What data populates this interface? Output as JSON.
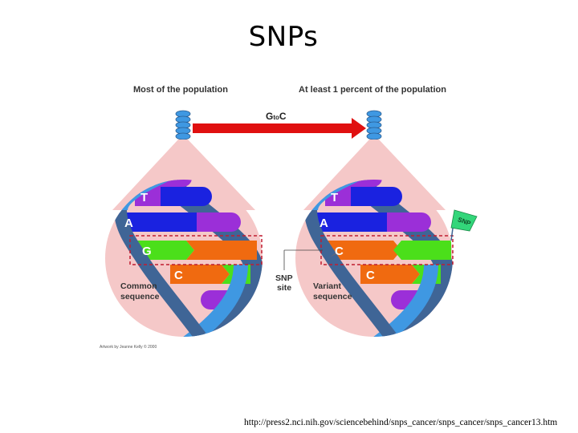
{
  "title": "SNPs",
  "left_panel": {
    "header": "Most of the population",
    "bases": [
      "T",
      "A",
      "G",
      "C"
    ],
    "caption_line1": "Common",
    "caption_line2": "sequence"
  },
  "right_panel": {
    "header": "At least 1 percent of the population",
    "bases": [
      "T",
      "A",
      "C",
      "C"
    ],
    "caption_line1": "Variant",
    "caption_line2": "sequence",
    "flag_label": "SNP"
  },
  "arrow": {
    "label_from": "G",
    "label_to": "to",
    "label_end": "C"
  },
  "snp_site": {
    "line1": "SNP",
    "line2": "site"
  },
  "credit": "Artwork by Jeanne Kelly © 2000",
  "source_url": "http://press2.nci.nih.gov/sciencebehind/snps_cancer/snps_cancer/snps_cancer13.htm",
  "colors": {
    "circle": "#f5c8c8",
    "backbone_dark": "#3f6596",
    "backbone_light": "#3f98e2",
    "purple": "#9b2fd8",
    "blue": "#1a22e0",
    "orange": "#f06a10",
    "green": "#4bdf1a",
    "arrow": "#e01010",
    "box_dash": "#c01c30"
  }
}
